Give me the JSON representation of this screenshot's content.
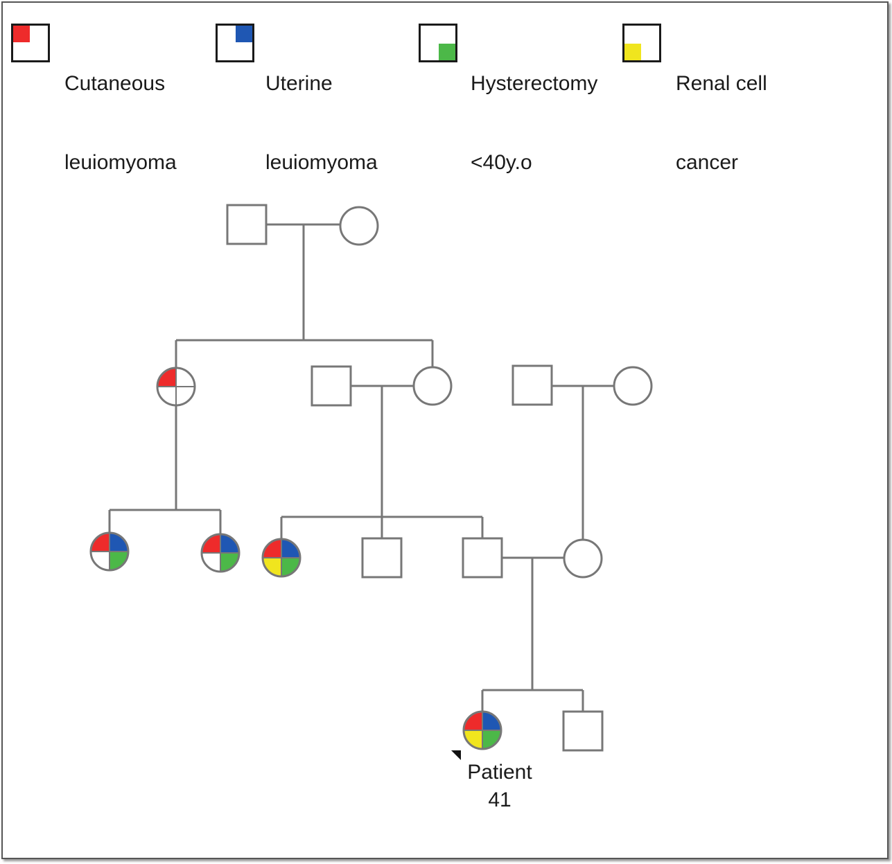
{
  "legend": [
    {
      "label_line1": "Cutaneous",
      "label_line2": "leuiomyoma",
      "color": "#ee2b2b",
      "quadrant": "top-left"
    },
    {
      "label_line1": "Uterine",
      "label_line2": "leuiomyoma",
      "color": "#1f57b3",
      "quadrant": "top-right"
    },
    {
      "label_line1": "Hysterectomy",
      "label_line2": "<40y.o",
      "color": "#4cb848",
      "quadrant": "bottom-right"
    },
    {
      "label_line1": "Renal cell",
      "label_line2": "cancer",
      "color": "#f0e51e",
      "quadrant": "bottom-left"
    }
  ],
  "colors": {
    "line": "#777777",
    "tl": "#ee2b2b",
    "tr": "#1f57b3",
    "br": "#4cb848",
    "bl": "#f0e51e"
  },
  "patient": {
    "label_line1": "Patient",
    "label_line2": "41"
  },
  "individuals": [
    {
      "id": "g1-father",
      "sex": "male",
      "traits": []
    },
    {
      "id": "g1-mother",
      "sex": "female",
      "traits": []
    },
    {
      "id": "g2-daughter-1",
      "sex": "female",
      "traits": [
        "cutaneous"
      ]
    },
    {
      "id": "g2-spouse-male",
      "sex": "male",
      "traits": []
    },
    {
      "id": "g2-daughter-2",
      "sex": "female",
      "traits": []
    },
    {
      "id": "g2-other-father",
      "sex": "male",
      "traits": []
    },
    {
      "id": "g2-other-mother",
      "sex": "female",
      "traits": []
    },
    {
      "id": "g3-cousin-1",
      "sex": "female",
      "traits": [
        "cutaneous",
        "uterine",
        "hysterectomy"
      ]
    },
    {
      "id": "g3-cousin-2",
      "sex": "female",
      "traits": [
        "cutaneous",
        "uterine",
        "hysterectomy"
      ]
    },
    {
      "id": "g3-aunt",
      "sex": "female",
      "traits": [
        "cutaneous",
        "uterine",
        "hysterectomy",
        "renal"
      ]
    },
    {
      "id": "g3-uncle",
      "sex": "male",
      "traits": []
    },
    {
      "id": "g3-father",
      "sex": "male",
      "traits": []
    },
    {
      "id": "g3-mother",
      "sex": "female",
      "traits": []
    },
    {
      "id": "g4-patient",
      "sex": "female",
      "traits": [
        "cutaneous",
        "uterine",
        "hysterectomy",
        "renal"
      ],
      "proband": true
    },
    {
      "id": "g4-brother",
      "sex": "male",
      "traits": []
    }
  ]
}
